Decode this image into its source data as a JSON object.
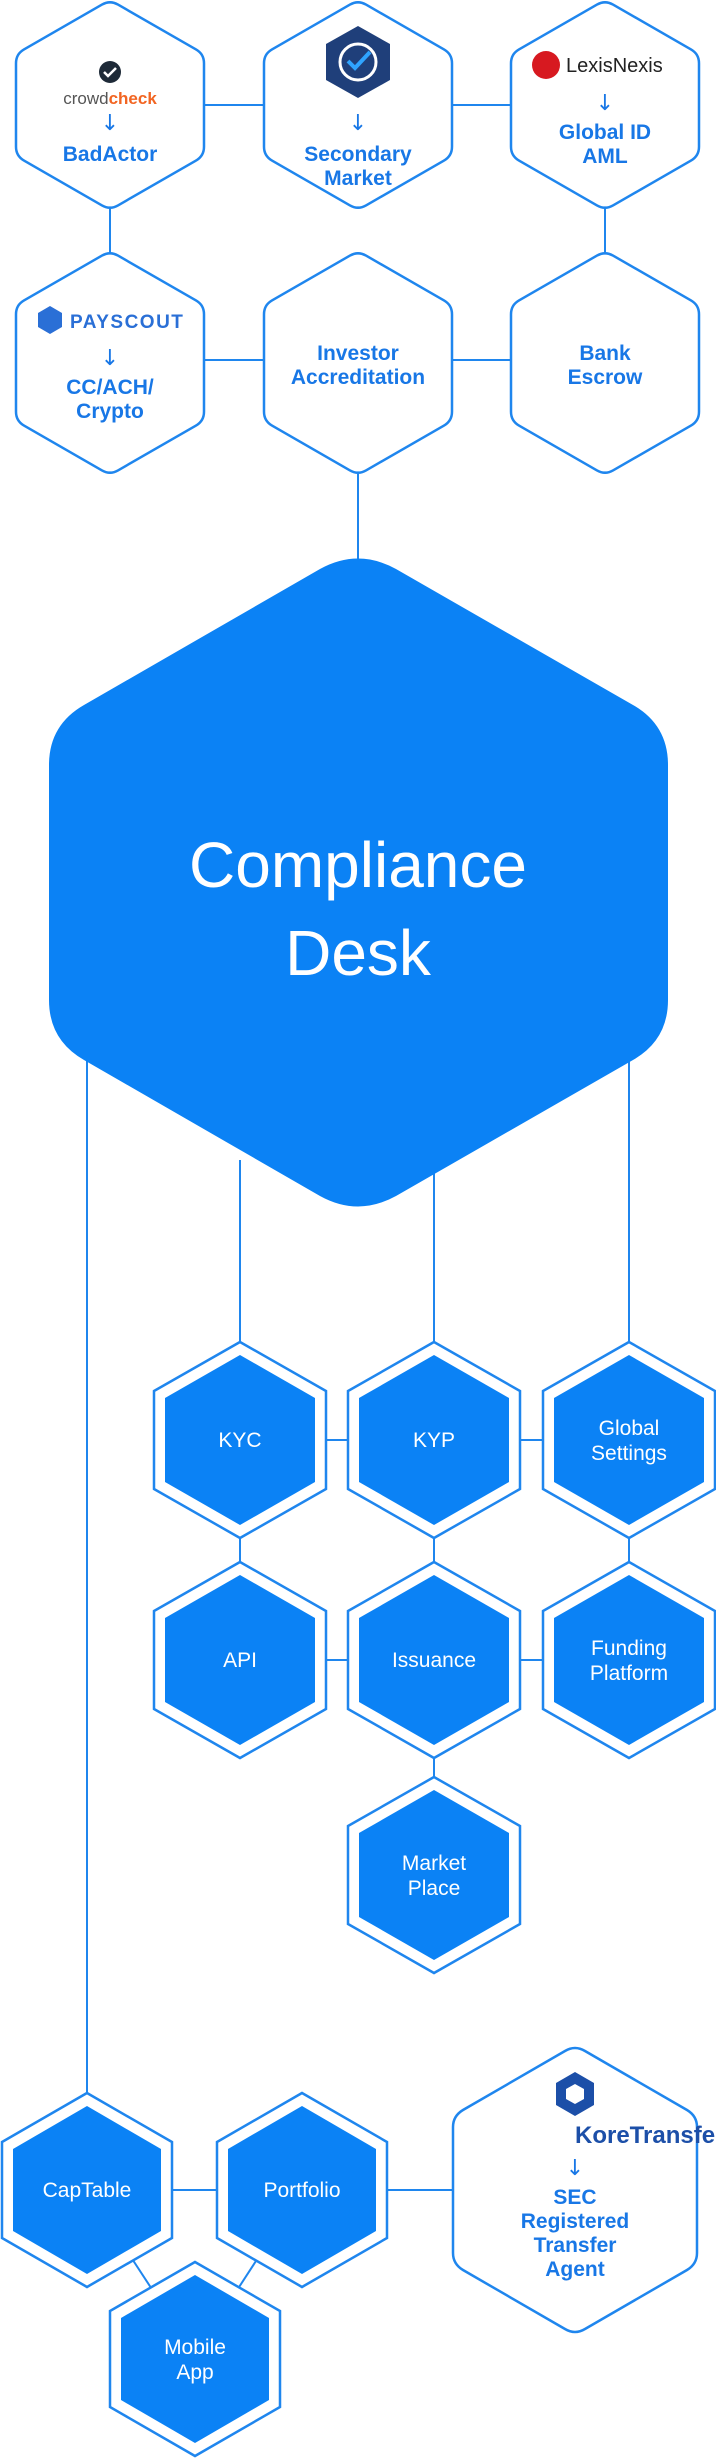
{
  "partners": {
    "crowdcheck": {
      "logo_part1": "crowd",
      "logo_part2": "check",
      "service": "BadActor"
    },
    "secondary": {
      "line1": "Secondary",
      "line2": "Market"
    },
    "lexisnexis": {
      "logo": "LexisNexis",
      "line1": "Global ID",
      "line2": "AML"
    },
    "payscout": {
      "logo": "PAYSCOUT",
      "line1": "CC/ACH/",
      "line2": "Crypto"
    },
    "investor": {
      "line1": "Investor",
      "line2": "Accreditation"
    },
    "bank": {
      "line1": "Bank",
      "line2": "Escrow"
    }
  },
  "center": {
    "line1": "Compliance",
    "line2": "Desk"
  },
  "modules": {
    "kyc": "KYC",
    "kyp": "KYP",
    "global_settings": {
      "line1": "Global",
      "line2": "Settings"
    },
    "api": "API",
    "issuance": "Issuance",
    "funding_platform": {
      "line1": "Funding",
      "line2": "Platform"
    },
    "market_place": {
      "line1": "Market",
      "line2": "Place"
    }
  },
  "bottom": {
    "captable": "CapTable",
    "portfolio": "Portfolio",
    "mobile_app": {
      "line1": "Mobile",
      "line2": "App"
    },
    "koretransfer": {
      "logo": "KoreTransfer",
      "line1": "SEC",
      "line2": "Registered",
      "line3": "Transfer",
      "line4": "Agent"
    }
  },
  "arrow_glyph": "↓",
  "colors": {
    "primary": "#0b82f5",
    "outline": "#1f86ee",
    "text_blue": "#1877e6",
    "lexis_red": "#d71920",
    "crowd_orange": "#f26522"
  }
}
